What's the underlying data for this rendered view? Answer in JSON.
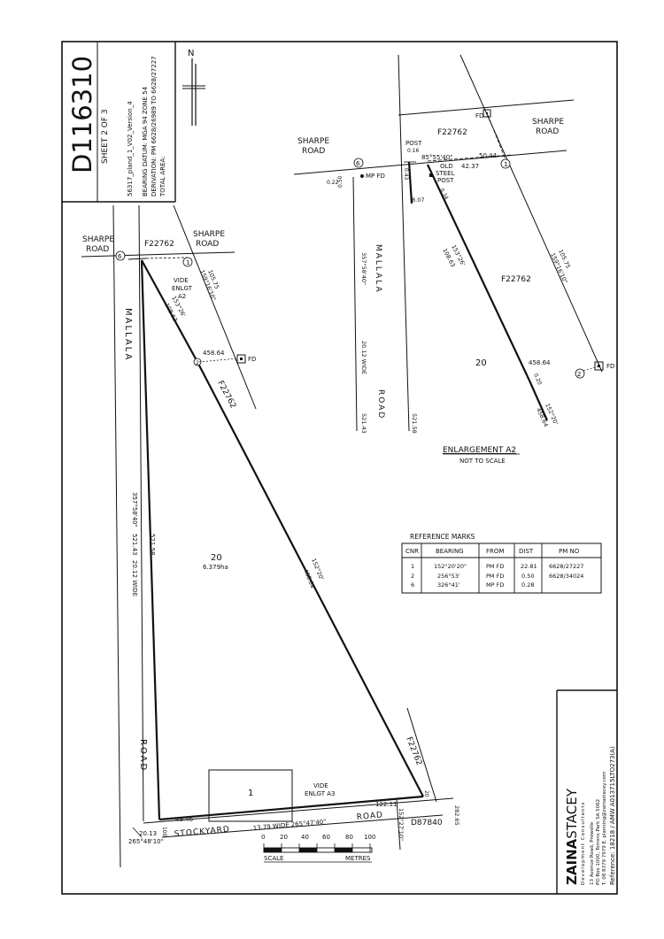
{
  "title_block": {
    "plan_no": "D116310",
    "sheet": "SHEET 2 OF 3",
    "file_ref": "56317_pland_1_V02_Version_4",
    "bearing_datum": "BEARING DATUM:  MGA 94  ZONE 54",
    "derivation": "DERIVATION:  PM 6628/26989 TO 6628/27227",
    "total_area": "TOTAL AREA:"
  },
  "north": "N",
  "main_plan": {
    "road_sharpe_left": [
      "SHARPE",
      "ROAD"
    ],
    "road_sharpe_right": [
      "SHARPE",
      "ROAD"
    ],
    "road_mallala": "MALLALA",
    "road_mallala_road": "ROAD",
    "road_stockyard": "STOCKYARD",
    "road_stockyard_road": "ROAD",
    "parcel_f22762_top": "F22762",
    "parcel_f22762_mid": "F22762",
    "parcel_f22762_bottom": "F22762",
    "parcel_d87840": "D87840",
    "corner_1": "1",
    "corner_2": "2",
    "corner_6": "6",
    "fd": "FD",
    "vide_a2": [
      "VIDE",
      "ENLGT",
      "A2"
    ],
    "vide_a3": [
      "VIDE",
      "ENLGT A3"
    ],
    "lot_20": "20",
    "lot_20_area": "6.379ha",
    "lot_1": "1",
    "dims": {
      "d10863": "108.63",
      "b15326": "153°26'",
      "b1591610": "159°16'10\"",
      "d10575": "105.75",
      "d45864": "458.64",
      "b1522010": "152°20'",
      "d45864b": "458.64",
      "b35758": "357°58'40\"",
      "d52143": "521.43",
      "d52158": "521.58",
      "wide_2012": "20.12 WIDE",
      "d4946": "49.46",
      "d12211": "122.11",
      "wide_1379": "13.79 WIDE",
      "b2654740": "265°47'40\"",
      "d2013": "20.13",
      "b2654810": "265°48'10\"",
      "d100": "100",
      "b1522710": "152°27'10\"",
      "d2825": "282.65",
      "d20": "20"
    }
  },
  "enlargement": {
    "road_sharpe_left": [
      "SHARPE",
      "ROAD"
    ],
    "road_sharpe_right": [
      "SHARPE",
      "ROAD"
    ],
    "road_mallala": "MALLALA",
    "road_mallala_road": "ROAD",
    "parcel_top": "F22762",
    "parcel_mid": "F22762",
    "fd_top": "FD",
    "fd_bottom": "FD",
    "mp_fd": "MP FD",
    "post": "POST",
    "post_val": "0.16",
    "old_steel_post": [
      "OLD",
      "STEEL",
      "POST"
    ],
    "corner_1": "1",
    "corner_2": "2",
    "corner_6": "6",
    "lot_20": "20",
    "title": "ENLARGEMENT A2",
    "subtitle": "NOT TO SCALE",
    "dims": {
      "b855540": "85°55'40\"",
      "d5044": "50.44",
      "d4237": "42.37",
      "d022": "0.22",
      "d050": "0.50",
      "d807": "8.07",
      "d043": "0.43",
      "d034": "0.34",
      "d10863": "108.63",
      "b15326": "153°26'",
      "d10575": "105.75",
      "b1591610": "159°16'10\"",
      "b35758": "357°58'40\"",
      "wide_2012": "20.12 WIDE",
      "d52143": "521.43",
      "d52158": "521.58",
      "d45864": "458.64",
      "d020": "0.20",
      "b15220": "152°20'",
      "d45864b": "458.64"
    }
  },
  "reference_marks": {
    "title": "REFERENCE MARKS",
    "headers": [
      "CNR",
      "BEARING",
      "FROM",
      "DIST",
      "PM NO"
    ],
    "rows": [
      [
        "1",
        "152°20'20\"",
        "PM FD",
        "22.81",
        "6628/27227"
      ],
      [
        "2",
        "256°53'",
        "PM FD",
        "0.50",
        "6628/34024"
      ],
      [
        "6",
        "326°41'",
        "MP FD",
        "0.28",
        ""
      ]
    ]
  },
  "scale": {
    "ticks": [
      "0",
      "20",
      "40",
      "60",
      "80",
      "100"
    ],
    "label_left": "SCALE",
    "label_right": "METRES"
  },
  "surveyor": {
    "name_bold": "ZAINA",
    "name_light": "STACEY",
    "tagline": "Development  Consultants",
    "address1": "13 Avenue Road, Prewelle",
    "address2": "PO Box 1000, Torrens Park SA 5062",
    "contact": "T. 08 8379 7979   E. planning@zainastacey.com",
    "reference": "Reference: 18218 / AMW A013715LTO273(A)"
  }
}
